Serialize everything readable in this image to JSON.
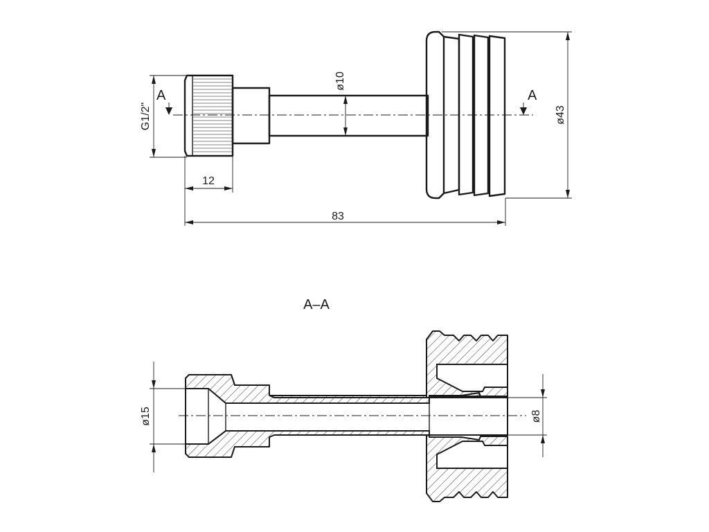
{
  "labels": {
    "thread_size": "G1/2\"",
    "section_mark_left": "A",
    "section_mark_right": "A",
    "dia_pipe": "ø10",
    "dia_outer": "ø43",
    "length_thread": "12",
    "length_total": "83",
    "section_title": "A–A",
    "dia_inlet": "ø15",
    "dia_bore": "ø8"
  }
}
